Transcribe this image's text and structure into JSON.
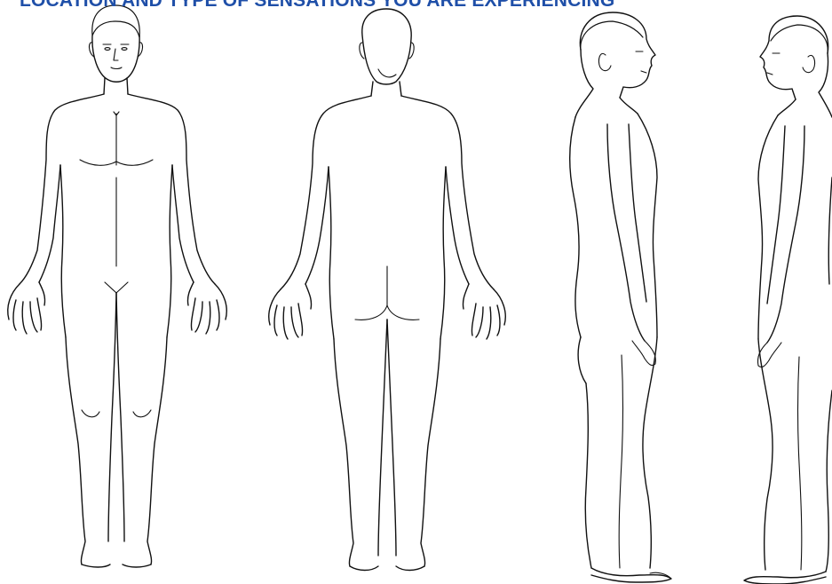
{
  "header": {
    "text": "LOCATION AND TYPE OF SENSATIONS YOU ARE EXPERIENCING",
    "color": "#1f4fa8"
  },
  "figures": [
    {
      "view": "front"
    },
    {
      "view": "back"
    },
    {
      "view": "right-side"
    },
    {
      "view": "left-side"
    }
  ]
}
